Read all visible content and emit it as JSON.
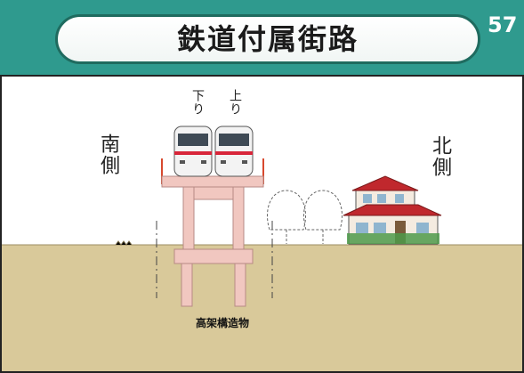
{
  "header": {
    "title": "鉄道付属街路",
    "page_number": "57"
  },
  "scene": {
    "south_label": "南側",
    "north_label": "北側",
    "down_track_label": "下り",
    "up_track_label": "上り",
    "structure_label": "高架構造物"
  },
  "colors": {
    "header_band": "#2f9a8e",
    "title_border": "#1f6b5f",
    "ground": "#d9c99a",
    "viaduct": "#f1c7c0",
    "viaduct_outline": "#d8492e",
    "train_stripe": "#d8263a",
    "house_roof": "#c0282d"
  }
}
